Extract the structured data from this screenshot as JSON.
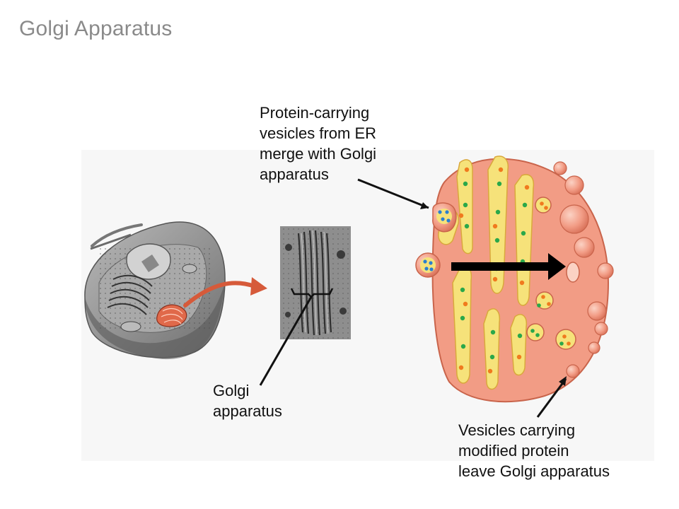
{
  "title": "Golgi Apparatus",
  "labels": {
    "incoming": [
      "Protein-carrying",
      "vesicles from ER",
      "merge with Golgi",
      "apparatus"
    ],
    "golgi": [
      "Golgi",
      "apparatus"
    ],
    "outgoing": [
      "Vesicles carrying",
      "modified protein",
      "leave Golgi apparatus"
    ]
  },
  "colors": {
    "title": "#8a8a8a",
    "golgi_body": "#f29c85",
    "cisterna_lumen": "#f5e27a",
    "vesicle": "#f4a08a",
    "cargo_green": "#2aa84a",
    "cargo_orange": "#f07a1e",
    "cargo_blue": "#2a7fd0",
    "cell": "#8c8c8c",
    "transfer_arrow": "#d65a3a"
  }
}
